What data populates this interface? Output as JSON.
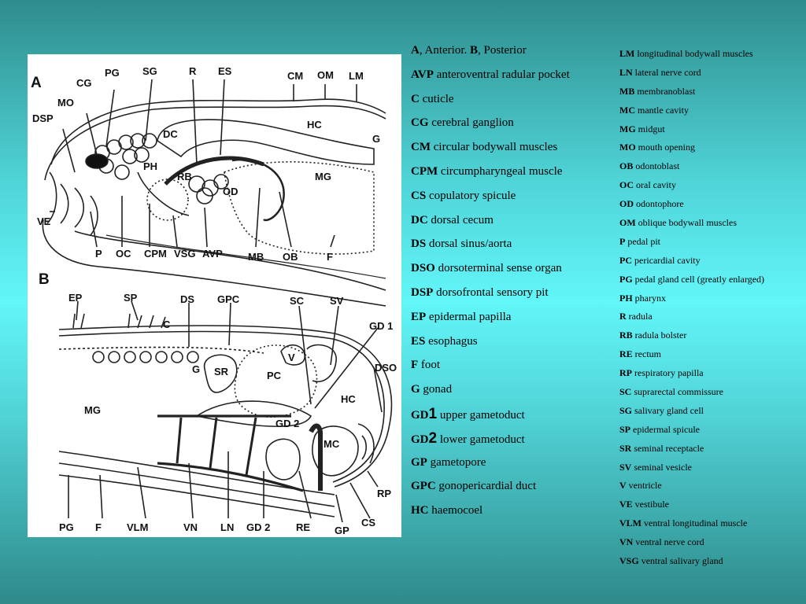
{
  "panel_a": {
    "letter": "A",
    "labels": [
      "PG",
      "SG",
      "R",
      "ES",
      "CM",
      "OM",
      "LM",
      "CG",
      "MO",
      "DSP",
      "DC",
      "HC",
      "G",
      "PH",
      "RB",
      "OD",
      "MG",
      "VE",
      "P",
      "OC",
      "CPM",
      "VSG",
      "AVP",
      "MB",
      "OB",
      "F"
    ]
  },
  "panel_b": {
    "letter": "B",
    "labels": [
      "EP",
      "SP",
      "DS",
      "GPC",
      "SC",
      "SV",
      "C",
      "GD 1",
      "V",
      "SR",
      "PC",
      "G",
      "DSO",
      "HC",
      "MG",
      "GD 2",
      "MC",
      "RP",
      "PG",
      "F",
      "VLM",
      "VN",
      "LN",
      "GD 2",
      "RE",
      "GP",
      "CS"
    ]
  },
  "legend_left": [
    {
      "abbr": "A",
      "text": ", Anterior. ",
      "abbr2": "B",
      "text2": ", Posterior"
    },
    {
      "abbr": "AVP",
      "text": " anteroventral radular pocket"
    },
    {
      "abbr": "C",
      "text": " cuticle"
    },
    {
      "abbr": "CG",
      "text": " cerebral ganglion"
    },
    {
      "abbr": "CM",
      "text": " circular bodywall muscles"
    },
    {
      "abbr": "CPM",
      "text": " circumpharyngeal muscle"
    },
    {
      "abbr": "CS",
      "text": " copulatory spicule"
    },
    {
      "abbr": "DC",
      "text": " dorsal cecum"
    },
    {
      "abbr": "DS",
      "text": " dorsal sinus/aorta"
    },
    {
      "abbr": "DSO",
      "text": " dorsoterminal sense organ"
    },
    {
      "abbr": "DSP",
      "text": " dorsofrontal sensory pit"
    },
    {
      "abbr": "EP",
      "text": " epidermal papilla"
    },
    {
      "abbr": "ES",
      "text": " esophagus"
    },
    {
      "abbr": "F",
      "text": " foot"
    },
    {
      "abbr": "G",
      "text": " gonad"
    },
    {
      "abbr": "GD",
      "num": "1",
      "text": " upper gametoduct"
    },
    {
      "abbr": "GD",
      "num": "2",
      "text": " lower gametoduct"
    },
    {
      "abbr": "GP",
      "text": " gametopore"
    },
    {
      "abbr": "GPC",
      "text": " gonopericardial duct"
    },
    {
      "abbr": "HC",
      "text": " haemocoel"
    }
  ],
  "legend_right": [
    {
      "abbr": "LM",
      "text": " longitudinal bodywall muscles"
    },
    {
      "abbr": "LN",
      "text": " lateral nerve cord"
    },
    {
      "abbr": "MB",
      "text": " membranoblast"
    },
    {
      "abbr": "MC",
      "text": " mantle cavity"
    },
    {
      "abbr": "MG",
      "text": " midgut"
    },
    {
      "abbr": "MO",
      "text": " mouth opening"
    },
    {
      "abbr": "OB",
      "text": " odontoblast"
    },
    {
      "abbr": "OC",
      "text": " oral cavity"
    },
    {
      "abbr": "OD",
      "text": " odontophore"
    },
    {
      "abbr": "OM",
      "text": " oblique bodywall muscles"
    },
    {
      "abbr": "P",
      "text": " pedal pit"
    },
    {
      "abbr": "PC",
      "text": " pericardial cavity"
    },
    {
      "abbr": "PG",
      "text": " pedal gland cell (greatly enlarged)"
    },
    {
      "abbr": "PH",
      "text": " pharynx"
    },
    {
      "abbr": "R",
      "text": " radula"
    },
    {
      "abbr": "RB",
      "text": " radula bolster"
    },
    {
      "abbr": "RE",
      "text": " rectum"
    },
    {
      "abbr": "RP",
      "text": " respiratory papilla"
    },
    {
      "abbr": "SC",
      "text": " suprarectal commissure"
    },
    {
      "abbr": "SG",
      "text": " salivary gland cell"
    },
    {
      "abbr": "SP",
      "text": " epidermal spicule"
    },
    {
      "abbr": "SR",
      "text": " seminal receptacle"
    },
    {
      "abbr": "SV",
      "text": " seminal vesicle"
    },
    {
      "abbr": "V",
      "text": " ventricle"
    },
    {
      "abbr": "VE",
      "text": " vestibule"
    },
    {
      "abbr": "VLM",
      "text": " ventral longitudinal muscle"
    },
    {
      "abbr": "VN",
      "text": " ventral nerve cord"
    },
    {
      "abbr": "VSG",
      "text": " ventral salivary gland"
    }
  ]
}
